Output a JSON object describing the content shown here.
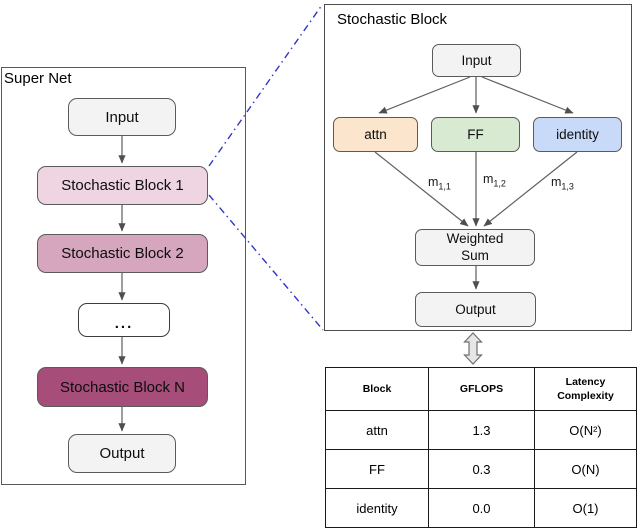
{
  "supernet": {
    "title": "Super Net",
    "input": "Input",
    "block1": "Stochastic Block 1",
    "block2": "Stochastic Block 2",
    "dots": "...",
    "blockN": "Stochastic Block N",
    "output": "Output"
  },
  "stochastic_block": {
    "title": "Stochastic Block",
    "input": "Input",
    "branches": {
      "attn": "attn",
      "ff": "FF",
      "identity": "identity"
    },
    "weights": {
      "m1": {
        "base": "m",
        "sub": "1,1"
      },
      "m2": {
        "base": "m",
        "sub": "1,2"
      },
      "m3": {
        "base": "m",
        "sub": "1,3"
      }
    },
    "weighted_sum": "Weighted\nSum",
    "output": "Output"
  },
  "table": {
    "headers": [
      "Block",
      "GFLOPS",
      "Latency\nComplexity"
    ],
    "rows": [
      [
        "attn",
        "1.3",
        "O(N²)"
      ],
      [
        "FF",
        "0.3",
        "O(N)"
      ],
      [
        "identity",
        "0.0",
        "O(1)"
      ]
    ]
  },
  "colors": {
    "node_gray": "#f3f3f3",
    "block1_pink": "#eed5e1",
    "block2_pink": "#d5a6bd",
    "blockN_magenta": "#a64d79",
    "attn_orange": "#fce5cd",
    "ff_green": "#d9ead3",
    "identity_blue": "#c9daf8",
    "zoom_link_blue": "#2f35c8",
    "arrow_gray": "#5e5e5e"
  }
}
